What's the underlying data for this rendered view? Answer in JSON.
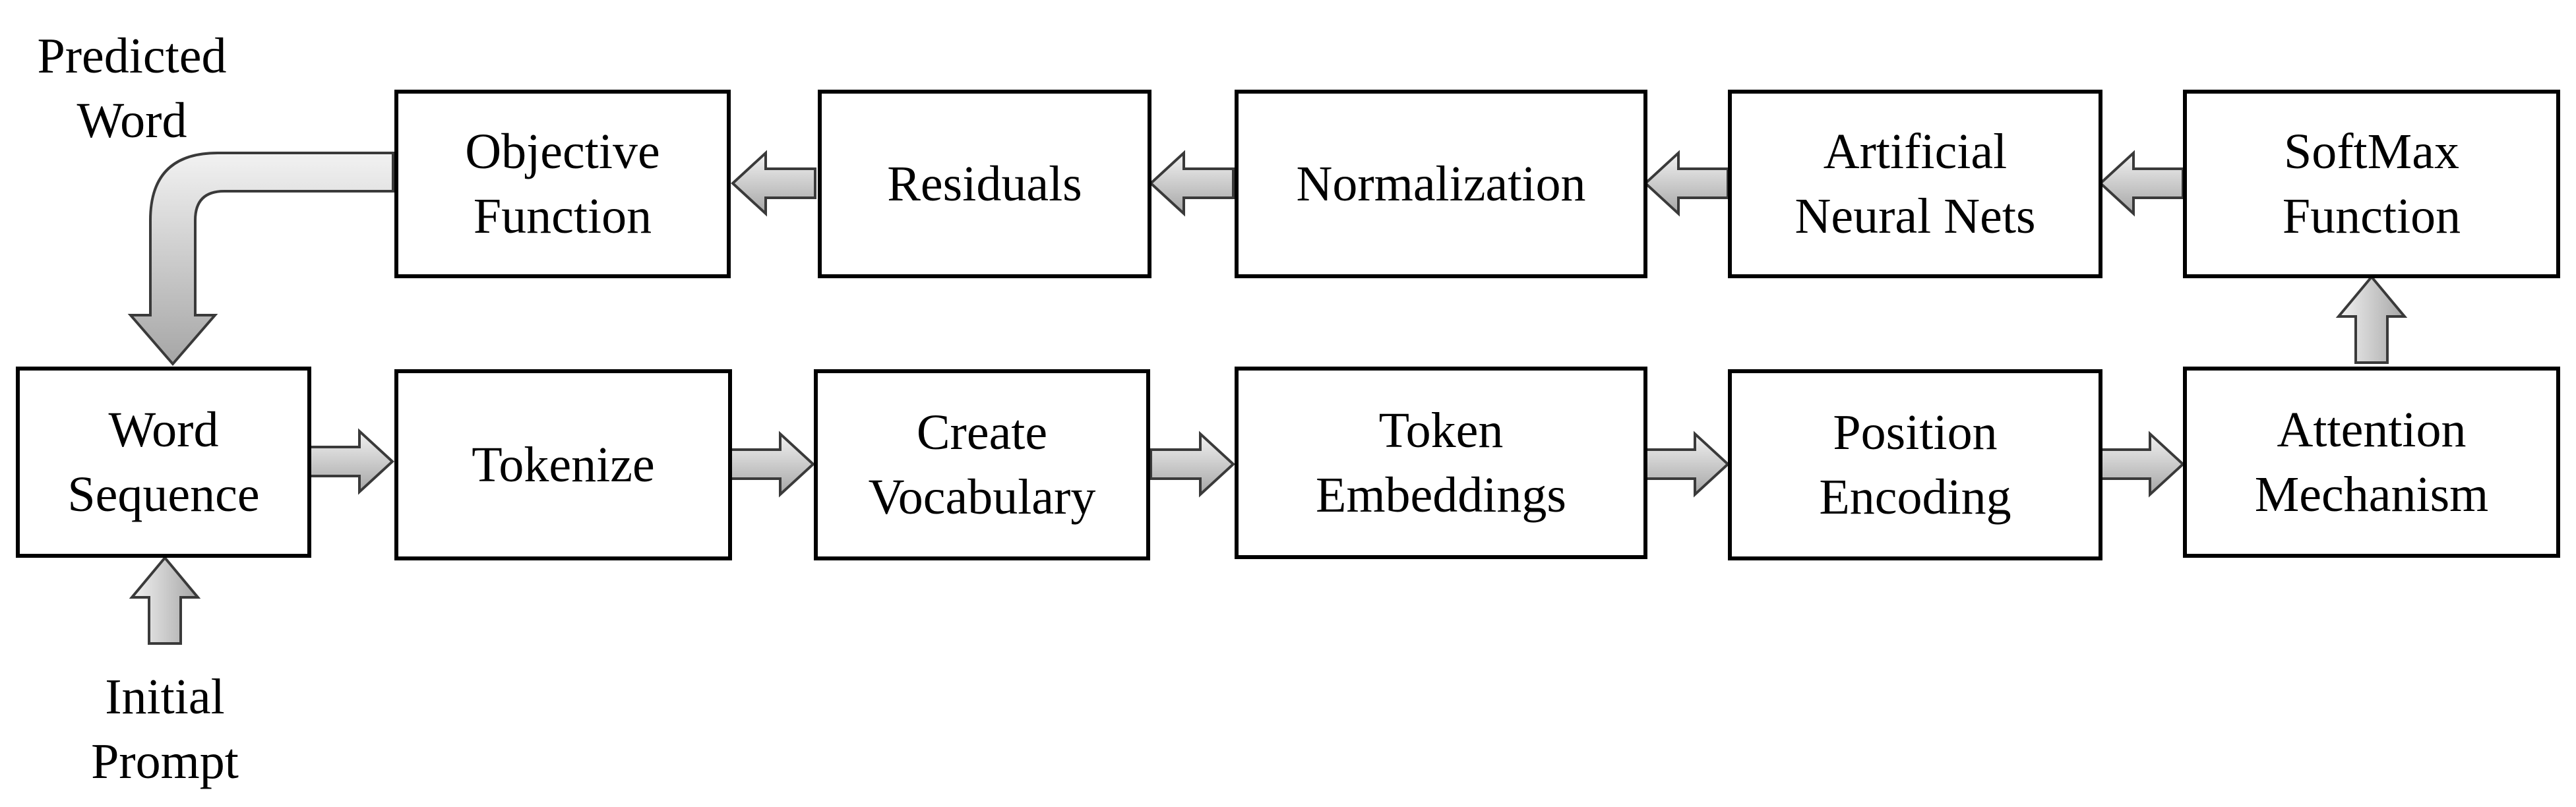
{
  "diagram": {
    "colors": {
      "box_border": "#000000",
      "box_fill": "#ffffff",
      "arrow_fill_light": "#f2f2f2",
      "arrow_fill_dark": "#a6a6a6",
      "arrow_stroke": "#3a3a3a",
      "text": "#000000"
    },
    "top_row": {
      "objective_function": "Objective\nFunction",
      "residuals": "Residuals",
      "normalization": "Normalization",
      "artificial_neural_nets": "Artificial\nNeural Nets",
      "softmax_function": "SoftMax\nFunction"
    },
    "bottom_row": {
      "word_sequence": "Word\nSequence",
      "tokenize": "Tokenize",
      "create_vocabulary": "Create\nVocabulary",
      "token_embeddings": "Token\nEmbeddings",
      "position_encoding": "Position\nEncoding",
      "attention_mechanism": "Attention\nMechanism"
    },
    "annotations": {
      "predicted_word": "Predicted\nWord",
      "initial_prompt": "Initial\nPrompt"
    }
  }
}
